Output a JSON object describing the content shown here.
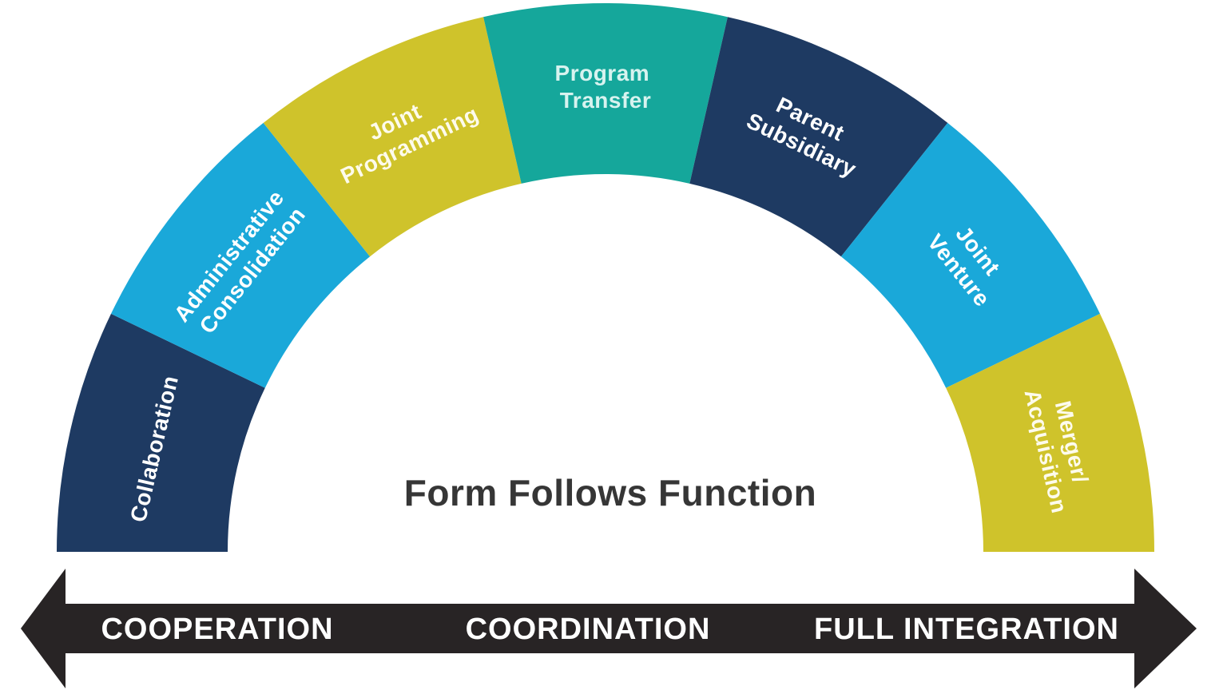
{
  "title": {
    "text": "Form Follows Function",
    "color": "#363636"
  },
  "arch": {
    "segments": [
      {
        "lines": [
          "Collaboration"
        ],
        "color": "#1e3a62",
        "text_color": "#ffffff"
      },
      {
        "lines": [
          "Administrative",
          "Consolidation"
        ],
        "color": "#1aa8d9",
        "text_color": "#ffffff"
      },
      {
        "lines": [
          "Joint",
          "Programming"
        ],
        "color": "#cfc32b",
        "text_color": "#fdfbec"
      },
      {
        "lines": [
          "Program",
          "Transfer"
        ],
        "color": "#15a79b",
        "text_color": "#d7f3ef"
      },
      {
        "lines": [
          "Parent",
          "Subsidiary"
        ],
        "color": "#1e3a62",
        "text_color": "#ffffff"
      },
      {
        "lines": [
          "Joint",
          "Venture"
        ],
        "color": "#1aa8d9",
        "text_color": "#ffffff"
      },
      {
        "lines": [
          "Merger/",
          "Acquisition"
        ],
        "color": "#cfc32b",
        "text_color": "#fdfbec"
      }
    ]
  },
  "axis": {
    "bar_color": "#282425",
    "label_color": "#ffffff",
    "labels": [
      "COOPERATION",
      "COORDINATION",
      "FULL INTEGRATION"
    ]
  }
}
